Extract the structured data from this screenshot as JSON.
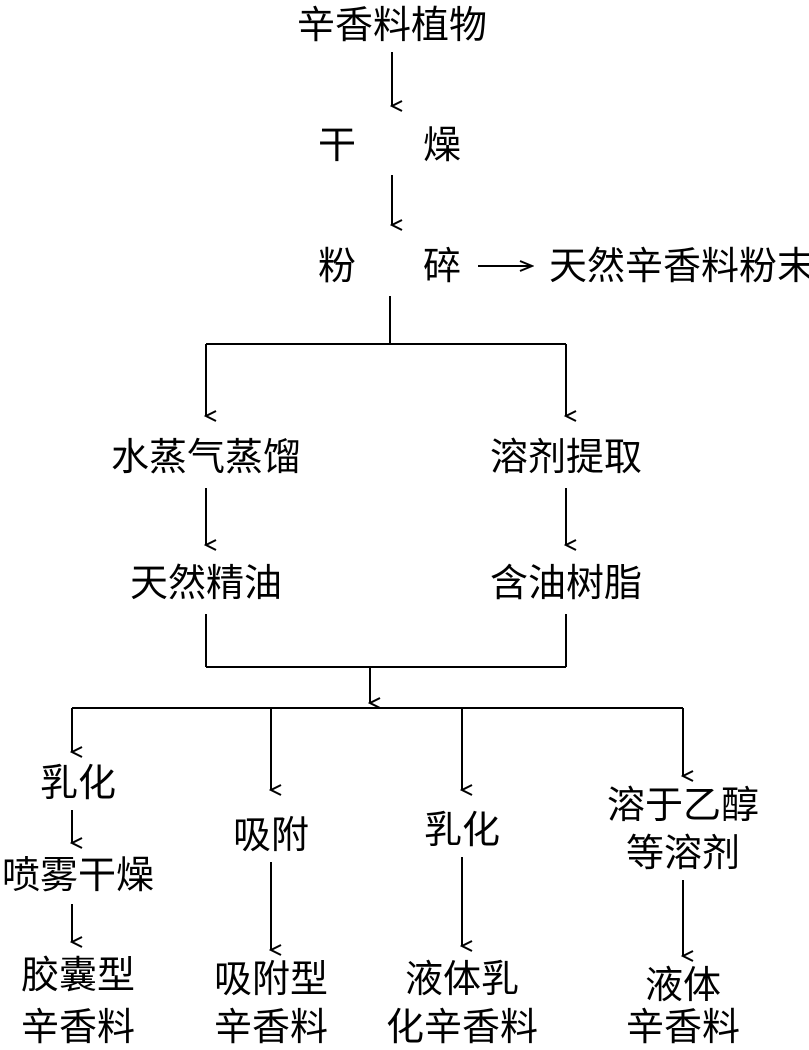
{
  "diagram": {
    "nodes": {
      "plant": "辛香料植物",
      "dry_left": "干",
      "dry_right": "燥",
      "crush_left": "粉",
      "crush_right": "碎",
      "powder": "天然辛香料粉末",
      "steam": "水蒸气蒸馏",
      "solvent": "溶剂提取",
      "essential_oil": "天然精油",
      "oleoresin": "含油树脂",
      "emulsify_1": "乳化",
      "spray_dry": "喷雾干燥",
      "capsule_1": "胶囊型",
      "capsule_2": "辛香料",
      "adsorb": "吸附",
      "adsorb_prod_1": "吸附型",
      "adsorb_prod_2": "辛香料",
      "emulsify_2": "乳化",
      "liquid_emul_1": "液体乳",
      "liquid_emul_2": "化辛香料",
      "dissolve_1": "溶于乙醇",
      "dissolve_2": "等溶剂",
      "liquid_1": "液体",
      "liquid_2": "辛香料"
    },
    "line_color": "#000000"
  }
}
